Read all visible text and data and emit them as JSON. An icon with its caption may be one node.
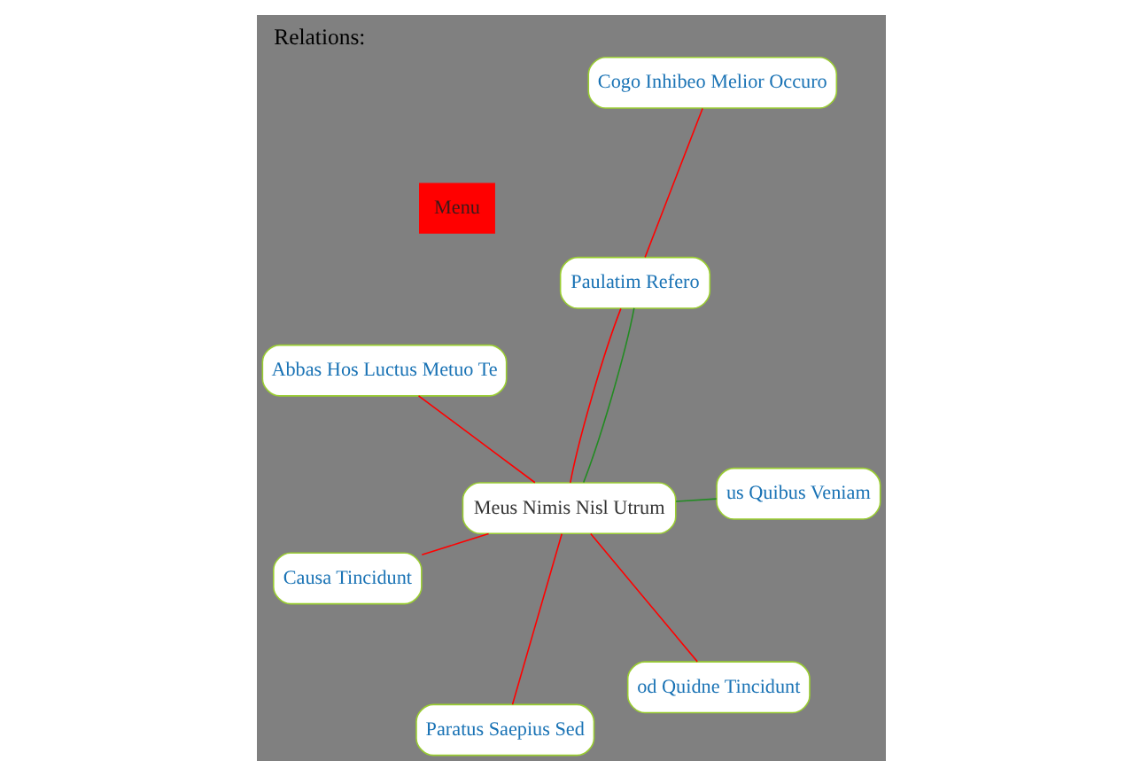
{
  "diagram": {
    "title": "Relations:",
    "nodes": [
      {
        "text": [
          "Meus Nimis Nisl Utrum"
        ]
      },
      {
        "text": [
          "Cogo Inhibeo Melior Occuro"
        ]
      },
      {
        "text": [
          "Paratus Saepius Sed"
        ]
      },
      {
        "text": [
          "Paulatim Refero"
        ]
      },
      {
        "text": [
          "us Quibus Veniam"
        ]
      },
      {
        "text": [
          "Abbas Hos Luctus Metuo Te"
        ]
      },
      {
        "text": [
          "Causa Tincidunt"
        ]
      },
      {
        "text": [
          "od Quidne Tincidunt"
        ]
      }
    ],
    "edges": [
      {
        "from": 1,
        "to": 3,
        "arrow": "none"
      },
      {
        "from": 2,
        "to": 0,
        "arrow": "none"
      },
      {
        "from": 0,
        "to": 3,
        "arrow": "none"
      },
      {
        "from": 3,
        "to": 0,
        "arrow": "none",
        "color": "#228b22"
      },
      {
        "from": 4,
        "to": 0,
        "arrow": "none",
        "color": "#228b22"
      },
      {
        "from": 0,
        "to": 5,
        "arrow": "none"
      },
      {
        "from": 0,
        "to": 7,
        "arrow": "none"
      },
      {
        "from": 0,
        "to": 6,
        "arrow": "none"
      }
    ],
    "labels": [
      "Menu"
    ]
  }
}
